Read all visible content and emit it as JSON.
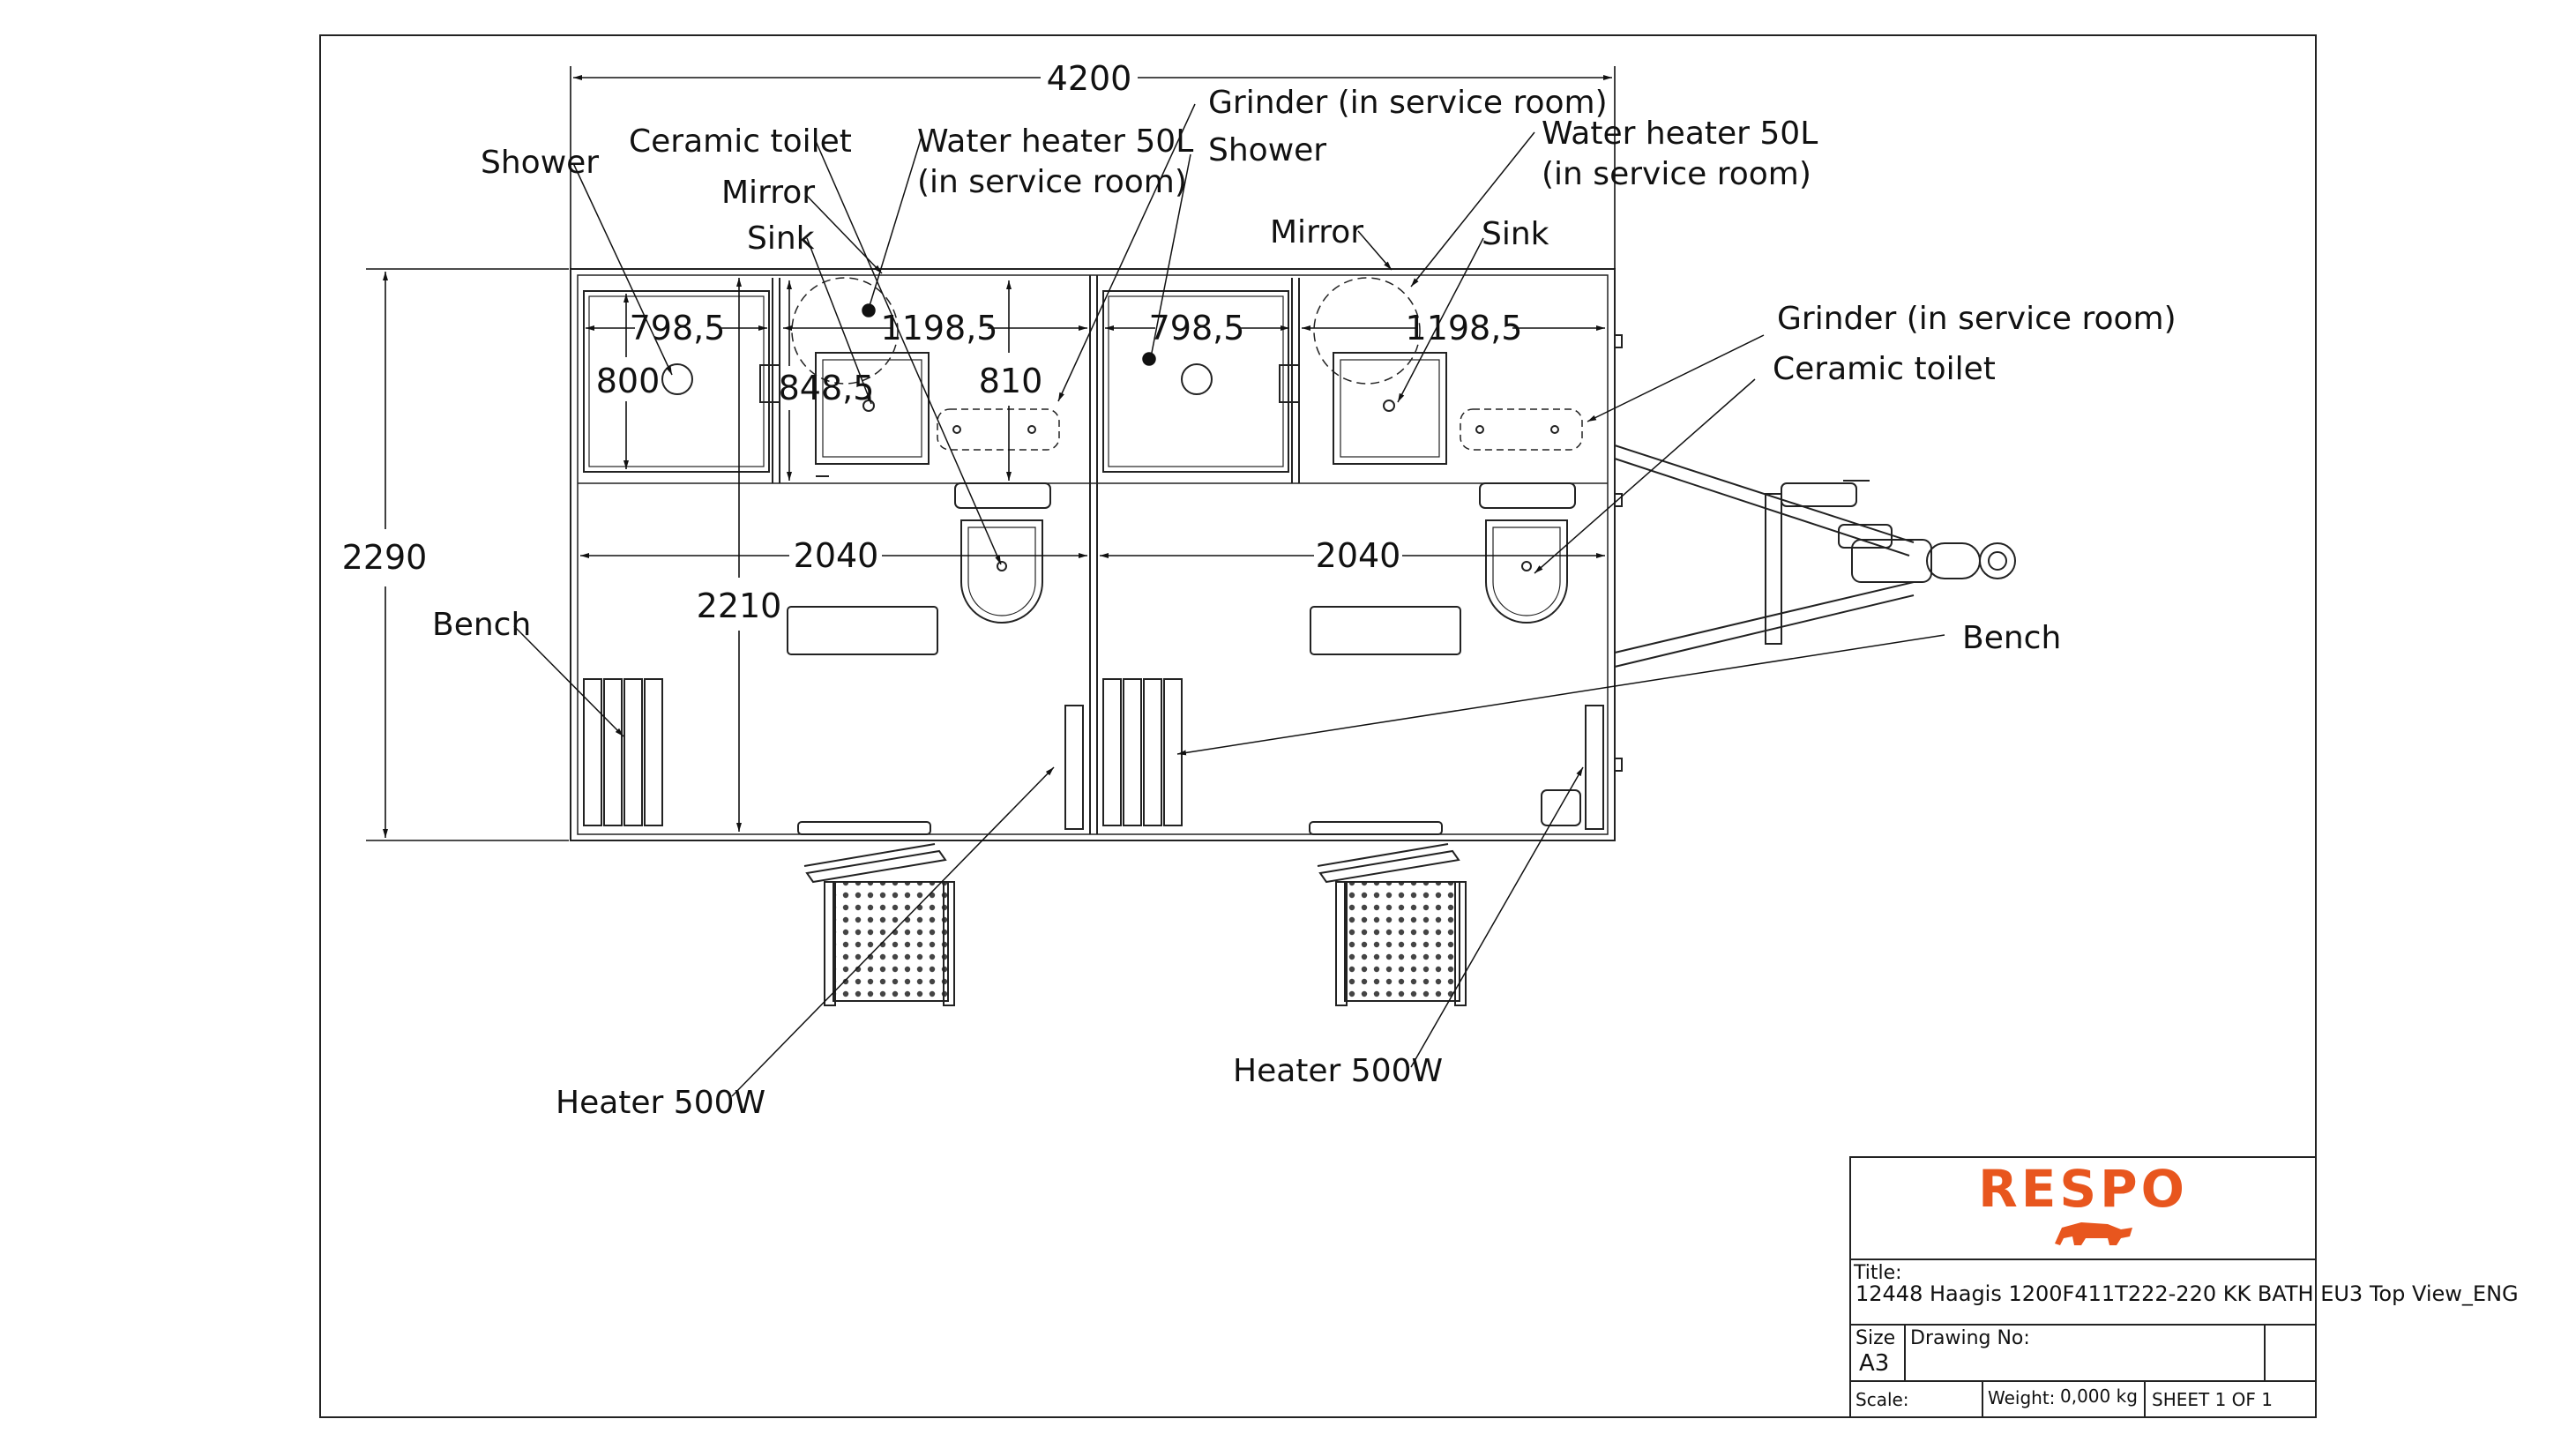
{
  "labels": {
    "shower": "Shower",
    "ceramic_toilet": "Ceramic toilet",
    "mirror": "Mirror",
    "sink": "Sink",
    "water_heater_line1": "Water heater 50L",
    "water_heater_line2": "(in service room)",
    "grinder": "Grinder (in service room)",
    "bench": "Bench",
    "heater": "Heater 500W"
  },
  "dimensions": {
    "overall_length": "4200",
    "overall_width": "2290",
    "inner_height": "2210",
    "shower_width": "798,5",
    "shower_depth": "800",
    "sink_area_width": "1198,5",
    "sink_area_offset": "848,5",
    "service_depth": "810",
    "room_length": "2040"
  },
  "title_block": {
    "logo_text": "RESPO",
    "logo_color": "#e8561e",
    "title_caption": "Title:",
    "title_value": "12448 Haagis 1200F411T222-220 KK BATH EU3 Top View_ENG",
    "size_caption": "Size",
    "size_value": "A3",
    "drawing_no_caption": "Drawing No:",
    "scale_caption": "Scale:",
    "weight_caption": "Weight:",
    "weight_value": "0,000 kg",
    "sheet_text": "SHEET 1 OF 1"
  }
}
